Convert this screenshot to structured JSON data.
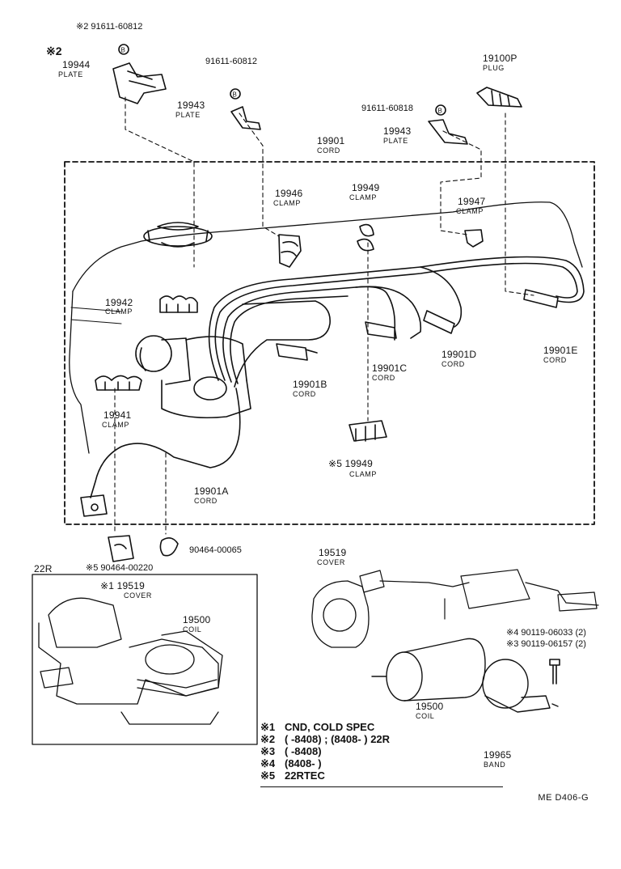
{
  "figure": {
    "model_label": "22R",
    "code": "ME  D406-G"
  },
  "labels": {
    "clip_b1": "※2 91611-60812",
    "mark_2": "※2",
    "p19944": "19944",
    "p19944_name": "PLATE",
    "bolt_b2": "91611-60812",
    "p19943a": "19943",
    "p19943a_name": "PLATE",
    "bolt_b3": "91611-60818",
    "p19943b": "19943",
    "p19943b_name": "PLATE",
    "p19100p": "19100P",
    "p19100p_name": "PLUG",
    "p19901": "19901",
    "p19901_name": "CORD",
    "p19946": "19946",
    "p19946_name": "CLAMP",
    "p19949a": "19949",
    "p19949a_name": "CLAMP",
    "p19947": "19947",
    "p19947_name": "CLAMP",
    "p19942": "19942",
    "p19942_name": "CLAMP",
    "p19901b": "19901B",
    "p19901b_name": "CORD",
    "p19901c": "19901C",
    "p19901c_name": "CORD",
    "p19901d": "19901D",
    "p19901d_name": "CORD",
    "p19901e": "19901E",
    "p19901e_name": "CORD",
    "p19941": "19941",
    "p19941_name": "CLAMP",
    "p19949b": "※5 19949",
    "p19949b_name": "CLAMP",
    "p19901a": "19901A",
    "p19901a_name": "CORD",
    "p90464_00065": "90464-00065",
    "p90464_00220": "※5 90464-00220",
    "p19519a": "※1 19519",
    "p19519a_name": "COVER",
    "p19500a": "19500",
    "p19500a_name": "COIL",
    "p19519b": "19519",
    "p19519b_name": "COVER",
    "p90119_06033": "※4 90119-06033 (2)",
    "p90119_06157": "※3 90119-06157 (2)",
    "p19500b": "19500",
    "p19500b_name": "COIL",
    "p19965": "19965",
    "p19965_name": "BAND"
  },
  "notes": [
    {
      "key": "※1",
      "text": "CND, COLD  SPEC"
    },
    {
      "key": "※2",
      "text": "(        -8408) ; (8408-        ) 22R"
    },
    {
      "key": "※3",
      "text": "(        -8408)"
    },
    {
      "key": "※4",
      "text": "(8408-        )"
    },
    {
      "key": "※5",
      "text": "22RTEC"
    }
  ]
}
